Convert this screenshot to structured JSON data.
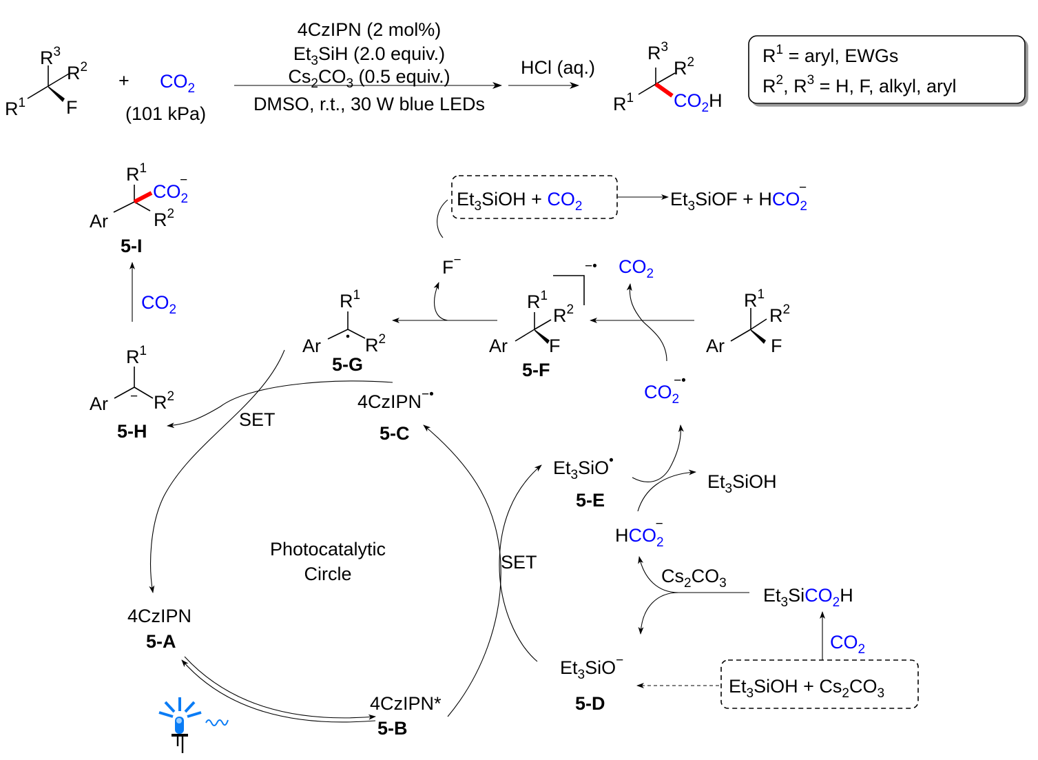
{
  "colors": {
    "co2_blue": "#0000ff",
    "new_bond_red": "#ff0000",
    "led_blue": "#0a7cf5",
    "text": "#000000"
  },
  "overall_reaction": {
    "substrate": {
      "r3": "R",
      "r3_sup": "3",
      "r2": "R",
      "r2_sup": "2",
      "r1": "R",
      "r1_sup": "1",
      "f": "F"
    },
    "plus": "+",
    "co2": {
      "main": "CO",
      "sub": "2"
    },
    "co2_pressure": "(101 kPa)",
    "conditions_above": [
      {
        "parts": [
          [
            "4CzIPN (2 mol%)",
            ""
          ]
        ]
      },
      {
        "parts": [
          [
            "Et",
            ""
          ],
          [
            "3",
            "sub"
          ],
          [
            "SiH (2.0 equiv.)",
            ""
          ]
        ]
      },
      {
        "parts": [
          [
            "Cs",
            ""
          ],
          [
            "2",
            "sub"
          ],
          [
            "CO",
            ""
          ],
          [
            "3",
            "sub"
          ],
          [
            " (0.5 equiv.)",
            ""
          ]
        ]
      }
    ],
    "conditions_below": "DMSO, r.t., 30 W blue LEDs",
    "step2_reagent": "HCl (aq.)",
    "product": {
      "r3": "R",
      "r3_sup": "3",
      "r2": "R",
      "r2_sup": "2",
      "r1": "R",
      "r1_sup": "1",
      "co2h_main": "CO",
      "co2h_sub": "2",
      "co2h_end": "H"
    },
    "scope_box": {
      "line1": {
        "r": "R",
        "sup": "1",
        "text": " = aryl, EWGs"
      },
      "line2": {
        "r2": "R",
        "sup2": "2",
        "mid": ", R",
        "sup3": "3",
        "text": " = H, F, alkyl, aryl"
      }
    }
  },
  "mechanism": {
    "cycle_label": [
      "Photocatalytic",
      "Circle"
    ],
    "set_label": "SET",
    "species": {
      "5-A": {
        "name": "4CzIPN",
        "label": "5-A"
      },
      "5-B": {
        "name": "4CzIPN*",
        "label": "5-B"
      },
      "5-C": {
        "name": "4CzIPN",
        "charge": "−•",
        "label": "5-C"
      },
      "5-D": {
        "name_a": "Et",
        "sub": "3",
        "name_b": "SiO",
        "charge": "−",
        "label": "5-D"
      },
      "5-E": {
        "name_a": "Et",
        "sub": "3",
        "name_b": "SiO",
        "charge": "•",
        "label": "5-E"
      },
      "5-F": {
        "ar": "Ar",
        "r1": "R",
        "r1_sup": "1",
        "r2": "R",
        "r2_sup": "2",
        "f": "F",
        "charge": "−•",
        "label": "5-F"
      },
      "5-G": {
        "ar": "Ar",
        "r1": "R",
        "r1_sup": "1",
        "r2": "R",
        "r2_sup": "2",
        "label": "5-G"
      },
      "5-H": {
        "ar": "Ar",
        "r1": "R",
        "r1_sup": "1",
        "r2": "R",
        "r2_sup": "2",
        "charge": "−",
        "label": "5-H"
      },
      "5-I": {
        "ar": "Ar",
        "r1": "R",
        "r1_sup": "1",
        "r2": "R",
        "r2_sup": "2",
        "co2_main": "CO",
        "co2_sub": "2",
        "charge": "−",
        "label": "5-I"
      }
    },
    "substrate_right": {
      "ar": "Ar",
      "r1": "R",
      "r1_sup": "1",
      "r2": "R",
      "r2_sup": "2",
      "f": "F"
    },
    "fluoride": {
      "f": "F",
      "charge": "−"
    },
    "co2_released": {
      "main": "CO",
      "sub": "2"
    },
    "co2_radical_anion": {
      "main": "CO",
      "sub": "2",
      "charge": "−•"
    },
    "co2_to_5i": {
      "main": "CO",
      "sub": "2"
    },
    "top_box": {
      "a": "Et",
      "a_sub": "3",
      "b": "SiOH + ",
      "co2_main": "CO",
      "co2_sub": "2"
    },
    "top_products": {
      "a": "Et",
      "a_sub": "3",
      "b": "SiOF + H",
      "co2_main": "CO",
      "co2_sub": "2",
      "charge": "−"
    },
    "et3sioh": {
      "a": "Et",
      "sub": "3",
      "b": "SiOH"
    },
    "formate": {
      "h": "H",
      "co2_main": "CO",
      "co2_sub": "2",
      "charge": "−"
    },
    "cs2co3": {
      "a": "Cs",
      "sub1": "2",
      "b": "CO",
      "sub2": "3"
    },
    "et3sico2h": {
      "a": "Et",
      "sub": "3",
      "b": "Si",
      "co2_main": "CO",
      "co2_sub": "2",
      "end": "H"
    },
    "co2_to_silyl": {
      "main": "CO",
      "sub": "2"
    },
    "bottom_box": {
      "a": "Et",
      "a_sub": "3",
      "b": "SiOH + Cs",
      "sub1": "2",
      "c": "CO",
      "sub2": "3"
    }
  }
}
